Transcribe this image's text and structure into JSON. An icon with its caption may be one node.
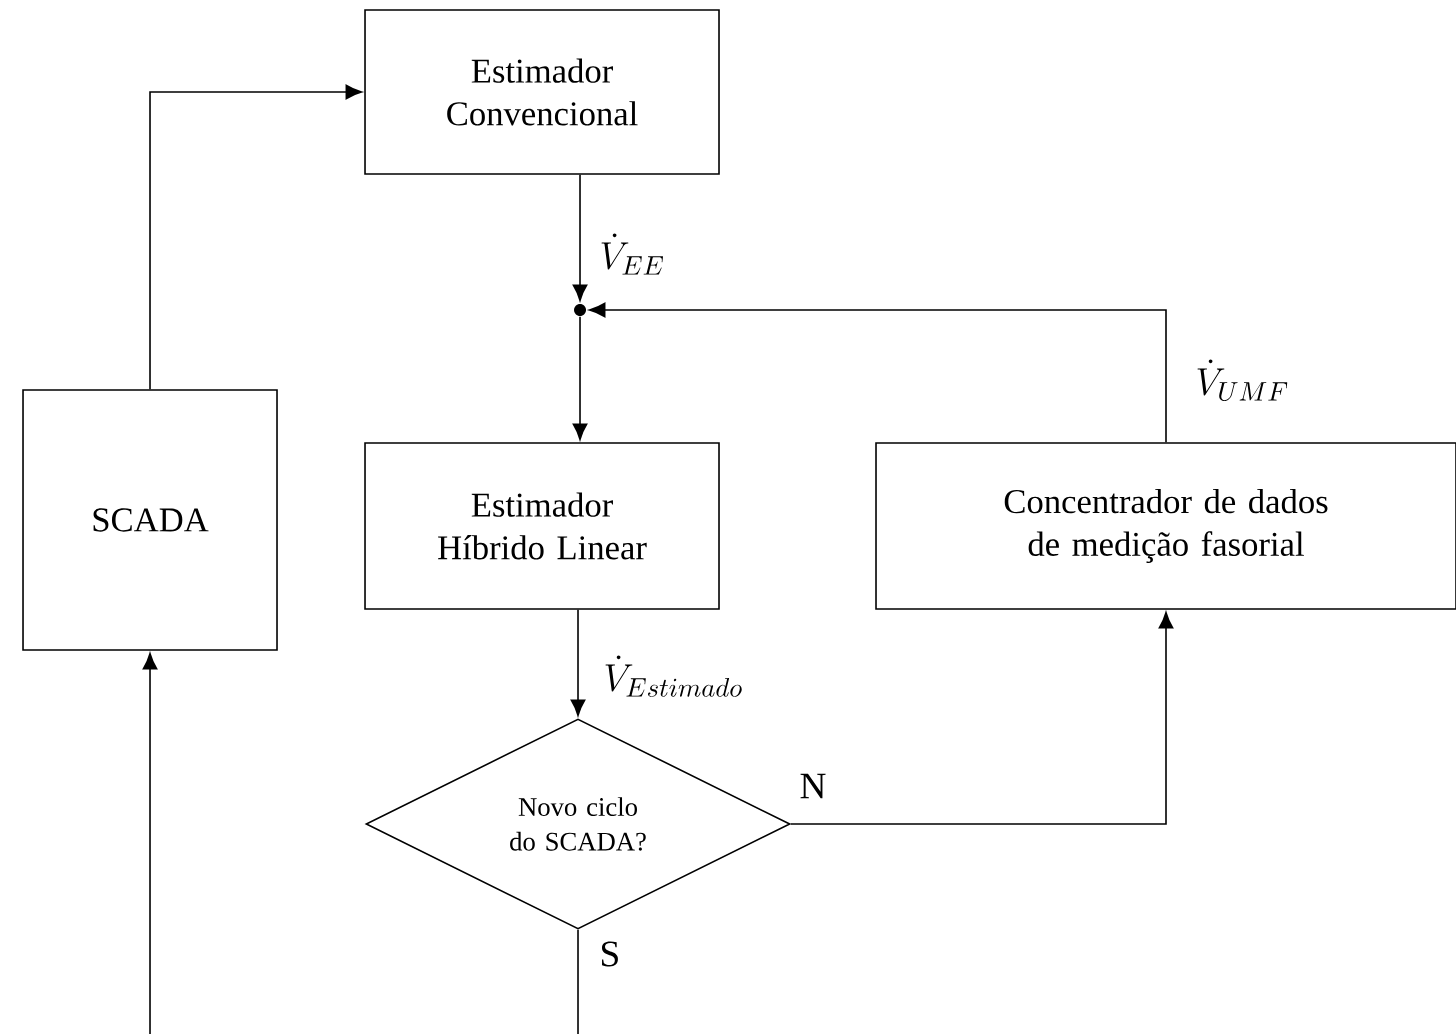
{
  "diagram": {
    "nodes": [
      {
        "text": [
          "Estimador Convencional"
        ]
      },
      {
        "text": [],
        "shape": "circle"
      },
      {
        "text": [
          "SCADA"
        ]
      },
      {
        "text": [
          "Estimador Híbrido Linear"
        ]
      },
      {
        "text": [
          "Concentrador de dados de medição fasorial"
        ]
      },
      {
        "text": [
          "Novo ciclo do SCADA?"
        ]
      }
    ],
    "edges": [
      {
        "from": 2,
        "to": 0,
        "arrow": "to"
      },
      {
        "from": 0,
        "to": 1,
        "arrow": "to",
        "label": "\\dot{V}_{EE}"
      },
      {
        "from": 1,
        "to": 3,
        "arrow": "to"
      },
      {
        "from": 4,
        "to": 1,
        "arrow": "to",
        "label": "\\dot{V}_{UMF}"
      },
      {
        "from": 3,
        "to": 5,
        "arrow": "to",
        "label": "\\dot{V}_{Estimado}"
      },
      {
        "from": 5,
        "to": 4,
        "arrow": "to",
        "label": "N"
      },
      {
        "from": 5,
        "to": null,
        "arrow": "none",
        "label": "S"
      },
      {
        "from": null,
        "to": 2,
        "arrow": "to"
      }
    ]
  }
}
